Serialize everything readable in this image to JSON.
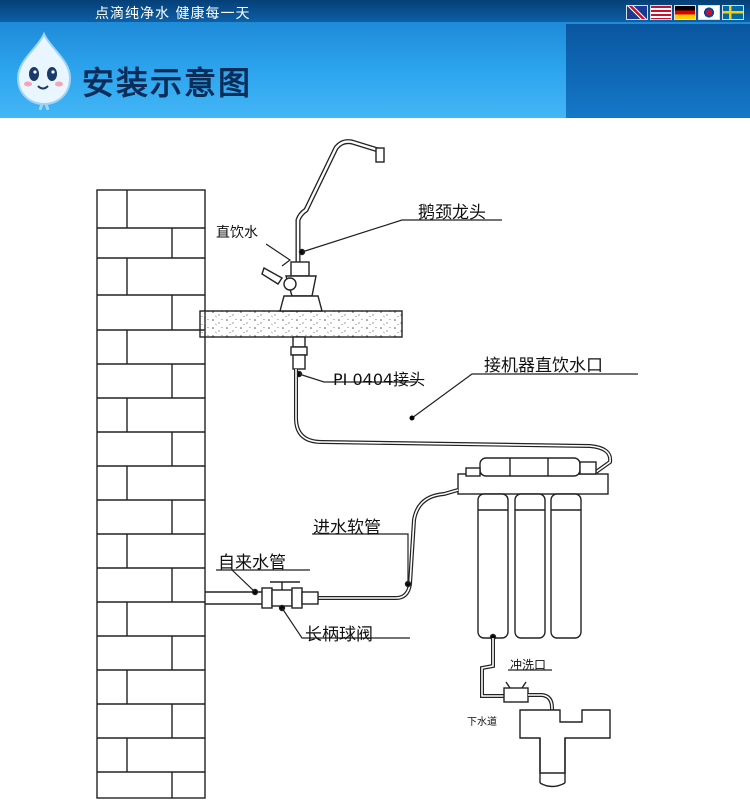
{
  "header": {
    "slogan": "点滴纯净水 健康每一天",
    "title": "安装示意图",
    "flags": [
      "flag-uk-icon",
      "flag-us-icon",
      "flag-de-icon",
      "flag-kr-icon",
      "flag-se-icon"
    ]
  },
  "labels": {
    "direct_drink": "直饮水",
    "gooseneck": "鹅颈龙头",
    "connector": "PI 0404接头",
    "machine_outlet": "接机器直饮水口",
    "inlet_hose": "进水软管",
    "tap_pipe": "自来水管",
    "ball_valve": "长柄球阀",
    "flush_port": "冲洗口",
    "drain": "下水道"
  },
  "colors": {
    "banner_blue": "#2da4ee",
    "title_navy": "#0a2c58",
    "line": "#222222"
  }
}
